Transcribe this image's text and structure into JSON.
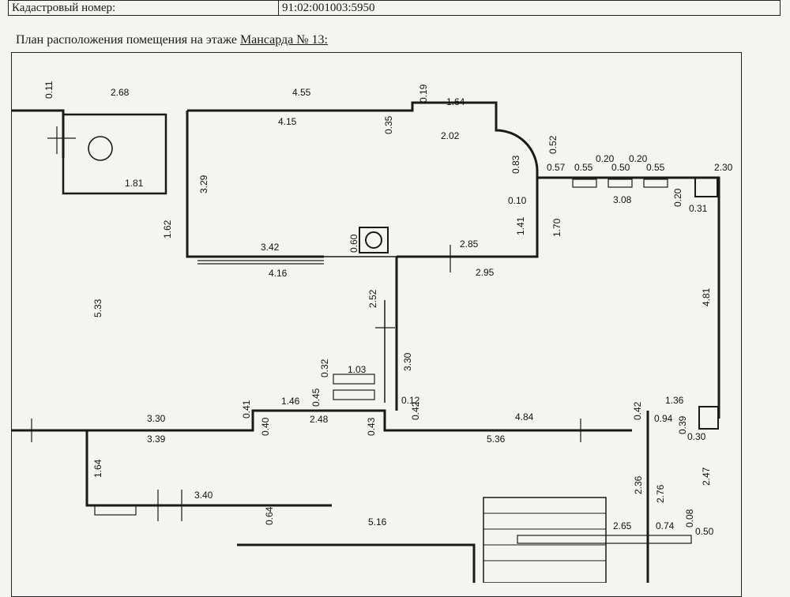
{
  "header": {
    "cadastral_label": "Кадастровый номер:",
    "cadastral_value": "91:02:001003:5950"
  },
  "plan": {
    "caption_prefix": "План расположения помещения на этаже ",
    "floor_name": "Мансарда № 13:",
    "dimensions": [
      "0.11",
      "2.68",
      "4.55",
      "0.19",
      "1.64",
      "4.15",
      "0.35",
      "2.02",
      "0.52",
      "3.29",
      "0.83",
      "0.57",
      "0.55",
      "0.20",
      "0.50",
      "0.20",
      "0.55",
      "2.30",
      "1.81",
      "3.08",
      "0.10",
      "0.20",
      "0.31",
      "1.62",
      "1.41",
      "1.70",
      "0.60",
      "2.85",
      "3.42",
      "4.16",
      "2.95",
      "5.33",
      "2.52",
      "4.81",
      "0.32",
      "1.03",
      "3.30",
      "0.45",
      "1.46",
      "0.12",
      "1.36",
      "0.41",
      "2.48",
      "0.42",
      "4.84",
      "0.42",
      "0.94",
      "3.30",
      "0.40",
      "0.43",
      "0.39",
      "3.39",
      "5.36",
      "0.30",
      "1.64",
      "2.47",
      "3.40",
      "2.36",
      "2.76",
      "0.64",
      "5.16",
      "2.65",
      "0.74",
      "0.08",
      "0.50"
    ]
  }
}
